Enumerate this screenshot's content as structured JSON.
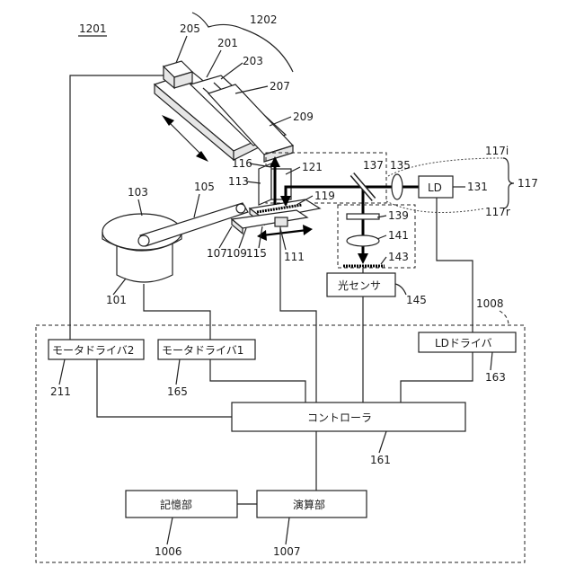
{
  "title_ref": "1201",
  "refs": {
    "r1202": "1202",
    "r205": "205",
    "r201": "201",
    "r203": "203",
    "r207": "207",
    "r209": "209",
    "r103": "103",
    "r105": "105",
    "r113": "113",
    "r116": "116",
    "r121": "121",
    "r119": "119",
    "r137": "137",
    "r135": "135",
    "r117i": "117i",
    "r117": "117",
    "r117r": "117r",
    "r131": "131",
    "r139": "139",
    "r141": "141",
    "r143": "143",
    "r107": "107",
    "r109": "109",
    "r115": "115",
    "r111": "111",
    "r101": "101",
    "r145": "145",
    "r1008": "1008",
    "r211": "211",
    "r165": "165",
    "r163": "163",
    "r161": "161",
    "r1006": "1006",
    "r1007": "1007"
  },
  "blocks": {
    "ld": "LD",
    "light_sensor": "光センサ",
    "motor_driver_2": "モータドライバ2",
    "motor_driver_1": "モータドライバ1",
    "ld_driver": "LDドライバ",
    "controller": "コントローラ",
    "memory": "記憶部",
    "arithmetic": "演算部"
  }
}
